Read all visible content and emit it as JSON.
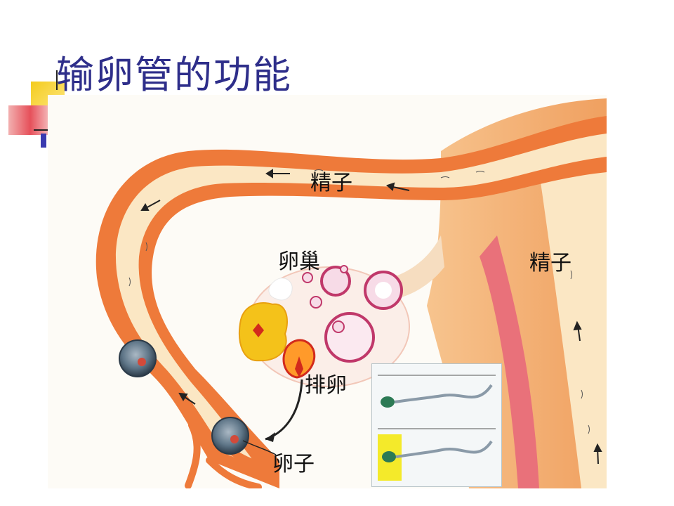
{
  "slide": {
    "title": "输卵管的功能"
  },
  "diagram": {
    "labels": {
      "sperm_top": "精子",
      "ovary": "卵巢",
      "sperm_right": "精子",
      "ovulation": "排卵",
      "egg": "卵子"
    }
  },
  "colors": {
    "title": "#2e2e8a",
    "tube_outer": "#ee7a3a",
    "tube_inner": "#fbe7c4",
    "uterus_wall": "#f5b07a",
    "follicle": "#c0386a",
    "corpus_luteum": "#f4c21a"
  }
}
